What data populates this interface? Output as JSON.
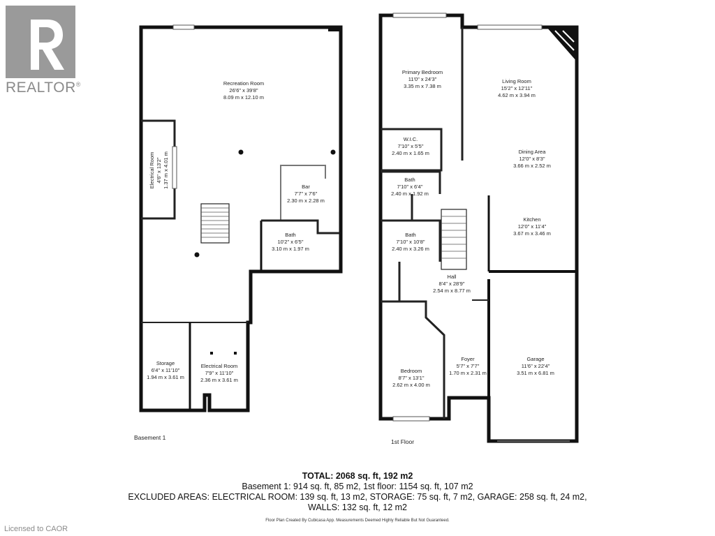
{
  "logo": {
    "brand": "REALTOR",
    "mark": "®"
  },
  "floors": {
    "basement_label": "Basement 1",
    "first_label": "1st Floor"
  },
  "rooms": {
    "recreation": {
      "name": "Recreation Room",
      "imperial": "26'6\" x 39'8\"",
      "metric": "8.09 m x 12.10 m"
    },
    "electrical_basement": {
      "name": "Electrical Room",
      "imperial": "4'6\" x 13'2\"",
      "metric": "1.37 m x 4.01 m"
    },
    "bar": {
      "name": "Bar",
      "imperial": "7'7\" x 7'6\"",
      "metric": "2.30 m x 2.28 m"
    },
    "bath_basement": {
      "name": "Bath",
      "imperial": "10'2\" x 6'5\"",
      "metric": "3.10 m x 1.97 m"
    },
    "storage": {
      "name": "Storage",
      "imperial": "6'4\" x 11'10\"",
      "metric": "1.94 m x 3.61 m"
    },
    "electrical_room2": {
      "name": "Electrical Room",
      "imperial": "7'9\" x 11'10\"",
      "metric": "2.36 m x 3.61 m"
    },
    "primary_bedroom": {
      "name": "Primary Bedroom",
      "imperial": "11'0\" x 24'3\"",
      "metric": "3.35 m x 7.38 m"
    },
    "wic": {
      "name": "W.I.C.",
      "imperial": "7'10\" x 5'5\"",
      "metric": "2.40 m x 1.65 m"
    },
    "bath_upper": {
      "name": "Bath",
      "imperial": "7'10\" x 6'4\"",
      "metric": "2.40 m x 1.92 m"
    },
    "bath_lower": {
      "name": "Bath",
      "imperial": "7'10\" x 10'8\"",
      "metric": "2.40 m x 3.26 m"
    },
    "hall": {
      "name": "Hall",
      "imperial": "8'4\" x 28'9\"",
      "metric": "2.54 m x 8.77 m"
    },
    "bedroom": {
      "name": "Bedroom",
      "imperial": "8'7\" x 13'1\"",
      "metric": "2.62 m x 4.00 m"
    },
    "foyer": {
      "name": "Foyer",
      "imperial": "5'7\" x 7'7\"",
      "metric": "1.70 m x 2.31 m"
    },
    "living": {
      "name": "Living Room",
      "imperial": "15'2\" x 12'11\"",
      "metric": "4.62 m x 3.94 m"
    },
    "dining": {
      "name": "Dining Area",
      "imperial": "12'0\" x 8'3\"",
      "metric": "3.66 m x 2.52 m"
    },
    "kitchen": {
      "name": "Kitchen",
      "imperial": "12'0\" x 11'4\"",
      "metric": "3.67 m x 3.46 m"
    },
    "garage": {
      "name": "Garage",
      "imperial": "11'6\" x 22'4\"",
      "metric": "3.51 m x 6.81 m"
    }
  },
  "summary": {
    "total": "TOTAL: 2068 sq. ft, 192 m2",
    "line2": "Basement 1: 914 sq. ft, 85 m2, 1st floor: 1154 sq. ft, 107 m2",
    "line3": "EXCLUDED AREAS: ELECTRICAL ROOM: 139 sq. ft, 13 m2, STORAGE: 75 sq. ft, 7 m2, GARAGE: 258 sq. ft, 24 m2,",
    "line4": "WALLS: 132 sq. ft, 12 m2"
  },
  "credit": "Floor Plan Created By Cubicasa App. Measurements Deemed Highly Reliable But Not Guaranteed.",
  "licence": "Licensed to CAOR"
}
